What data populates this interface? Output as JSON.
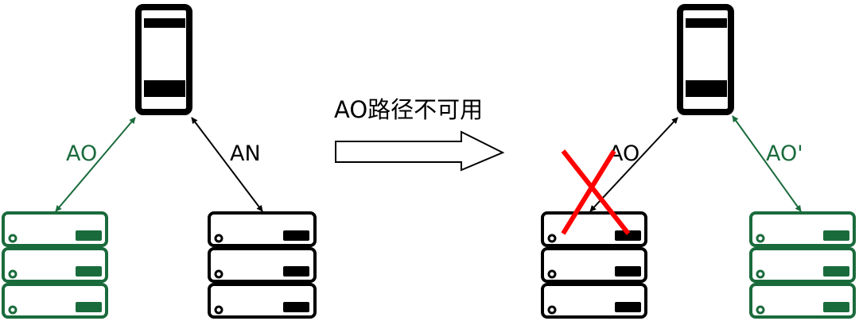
{
  "colors": {
    "black": "#000000",
    "green": "#1a6b3c",
    "red": "#ff0000",
    "white": "#ffffff"
  },
  "labels": {
    "left_ao": "AO",
    "left_an": "AN",
    "transition": "AO路径不可用",
    "right_ao": "AO",
    "right_ao_prime": "AO'"
  },
  "icons": {
    "controller": "server-tower-icon",
    "storage": "disk-enclosure-icon",
    "arrow": "block-arrow-right-icon",
    "failure": "red-x-icon"
  }
}
